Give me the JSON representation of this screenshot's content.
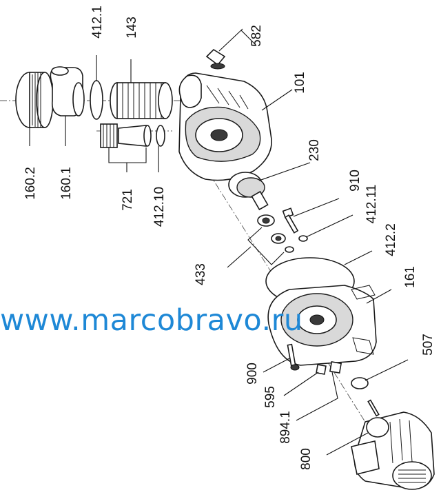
{
  "diagram": {
    "labels": {
      "l582": "582",
      "l412_1": "412.1",
      "l143": "143",
      "l101": "101",
      "l230": "230",
      "l910": "910",
      "l412_11": "412.11",
      "l412_2": "412.2",
      "l161": "161",
      "l507": "507",
      "l160_2": "160.2",
      "l160_1": "160.1",
      "l721": "721",
      "l412_10": "412.10",
      "l433": "433",
      "l900": "900",
      "l595": "595",
      "l894_1": "894.1",
      "l800": "800"
    },
    "watermark": "www.marcobravo.ru"
  }
}
